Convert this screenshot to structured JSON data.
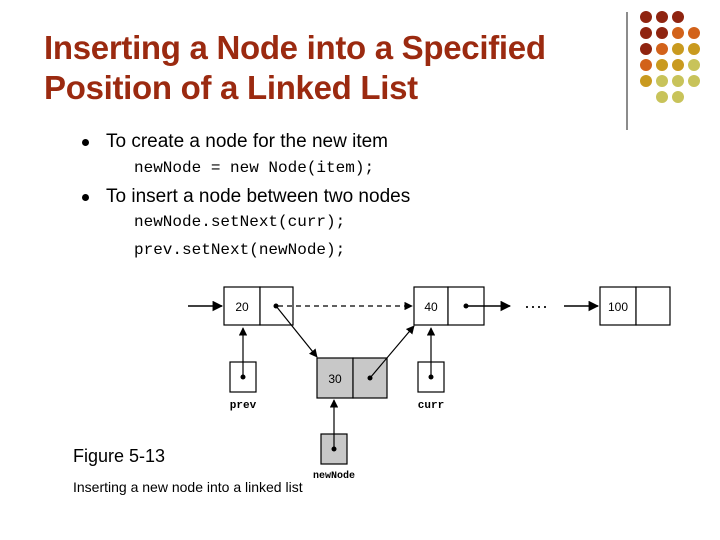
{
  "slide": {
    "title_line1": "Inserting a Node into a Specified",
    "title_line2": "Position of a Linked List",
    "colors": {
      "title": "#9b2a10",
      "dot_dark": "#8f2410",
      "dot_orange": "#d2621a",
      "dot_gold": "#c99a1f",
      "dot_olive": "#c8c35a"
    }
  },
  "bullets": [
    {
      "text": "To create a node for the new item",
      "code": [
        "newNode = new Node(item);"
      ]
    },
    {
      "text": "To insert a node between two nodes",
      "code": [
        "newNode.setNext(curr);",
        "prev.setNext(newNode);"
      ]
    }
  ],
  "figure": {
    "caption": "Figure 5-13",
    "description": "Inserting a new node into a linked list",
    "nodes": [
      {
        "value": "20"
      },
      {
        "value": "40"
      },
      {
        "value": "100"
      },
      {
        "value": "30"
      }
    ],
    "ellipsis": "····",
    "labels": {
      "prev": "prev",
      "curr": "curr",
      "newNode": "newNode"
    }
  }
}
